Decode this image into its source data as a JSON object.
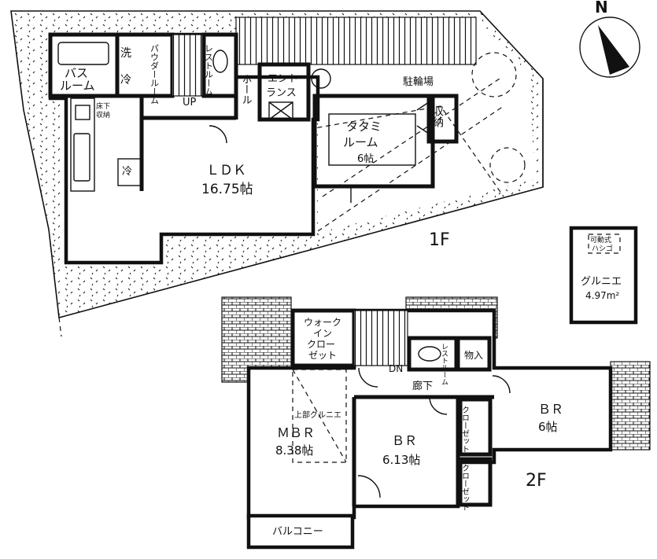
{
  "compass": {
    "label": "N"
  },
  "floor1": {
    "floor_label": "1F",
    "bath": {
      "line1": "バス",
      "line2": "ルーム"
    },
    "wash_mark": "洗",
    "fridge_top_mark": "冷",
    "powder": {
      "text": "パウダールーム"
    },
    "restroom": {
      "text": "レストルーム"
    },
    "hall": {
      "text": "ホール"
    },
    "entrance": {
      "line1": "エント",
      "line2": "ランス"
    },
    "bicycle": {
      "text": "駐輪場"
    },
    "tatami": {
      "line1": "タタミ",
      "line2": "ルーム",
      "size": "6帖"
    },
    "storage": {
      "text": "収納"
    },
    "ldk": {
      "name": "ＬＤＫ",
      "size": "16.75帖"
    },
    "kitchen_fridge": "冷",
    "underfloor": {
      "line1": "床下",
      "line2": "収納"
    },
    "stairs_up": "UP"
  },
  "loft": {
    "ladder": {
      "line1": "可動式",
      "line2": "ハシゴ"
    },
    "name": "グルニエ",
    "area": "4.97m²"
  },
  "floor2": {
    "floor_label": "2F",
    "walkin": {
      "line1": "ウォーク",
      "line2": "イン",
      "line3": "クロー",
      "line4": "ゼット"
    },
    "restroom": {
      "text": "レストルーム"
    },
    "storage_in": "物入",
    "stairs_down": "DN",
    "corridor": "廊下",
    "upper_loft": "上部グルニエ",
    "mbr": {
      "name": "ＭＢＲ",
      "size": "8.38帖"
    },
    "br_center": {
      "name": "ＢＲ",
      "size": "6.13帖"
    },
    "br_right": {
      "name": "ＢＲ",
      "size": "6帖"
    },
    "closet_top": "クローゼット",
    "closet_bottom": "クローゼット",
    "balcony": "バルコニー"
  }
}
